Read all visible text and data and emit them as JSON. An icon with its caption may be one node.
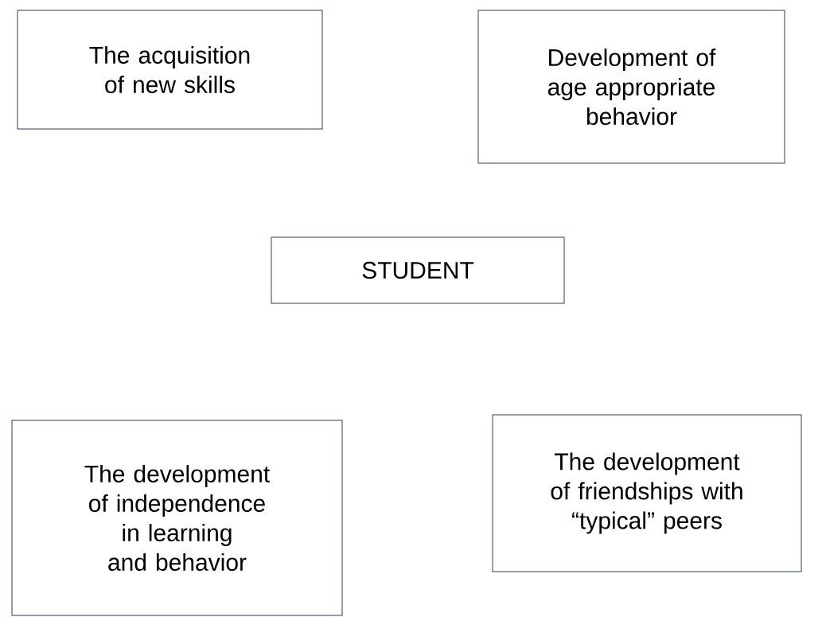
{
  "diagram": {
    "nodes": [
      {
        "text": [
          "The acquisition of new skills"
        ]
      },
      {
        "text": [
          "Development of age appropriate behavior"
        ]
      },
      {
        "text": [
          "STUDENT"
        ]
      },
      {
        "text": [
          "The development of independence in learning and behavior"
        ]
      },
      {
        "text": [
          "The development of friendships with “typical” peers"
        ]
      }
    ]
  }
}
